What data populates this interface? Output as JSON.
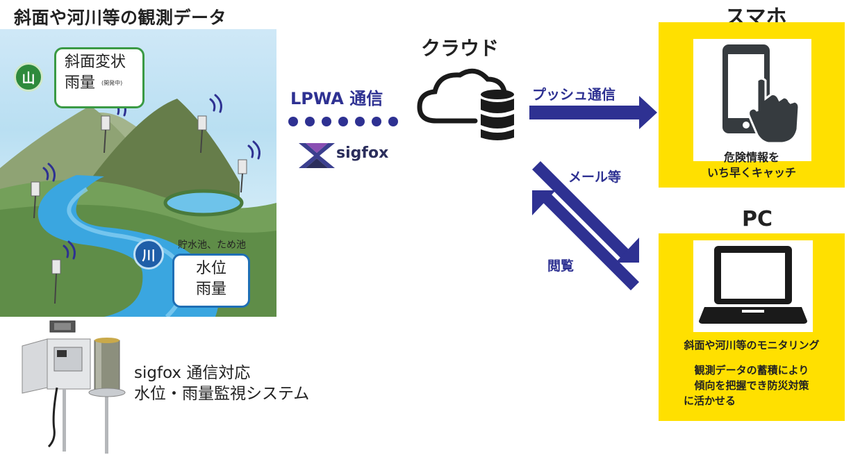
{
  "field": {
    "title": "斜面や河川等の観測データ",
    "mountain": {
      "badge": "山",
      "line1": "斜面変状",
      "note": "(開発中)",
      "line2": "雨量"
    },
    "river": {
      "badge": "川",
      "line1": "水位",
      "line2": "雨量"
    },
    "pond_label": "貯水池、ため池"
  },
  "network": {
    "lpwa_label": "LPWA 通信",
    "sigfox_label": "sigfox"
  },
  "cloud": {
    "title": "クラウド"
  },
  "arrows": {
    "push_label": "プッシュ通信",
    "mail_label": "メール等",
    "browse_label": "閲覧"
  },
  "smartphone": {
    "title": "スマホ",
    "caption_line1": "危険情報を",
    "caption_line2": "いち早くキャッチ"
  },
  "pc": {
    "title": "PC",
    "caption_main": "斜面や河川等のモニタリング",
    "caption_line1": "観測データの蓄積により",
    "caption_line2": "傾向を把握でき防災対策",
    "caption_line3": "に活かせる"
  },
  "product": {
    "line1": "sigfox 通信対応",
    "line2": "水位・雨量監視システム"
  },
  "colors": {
    "accent_navy": "#2e3192",
    "panel_yellow": "#ffe000",
    "mountain_green": "#3a9a44",
    "river_blue": "#1f6fb5"
  }
}
